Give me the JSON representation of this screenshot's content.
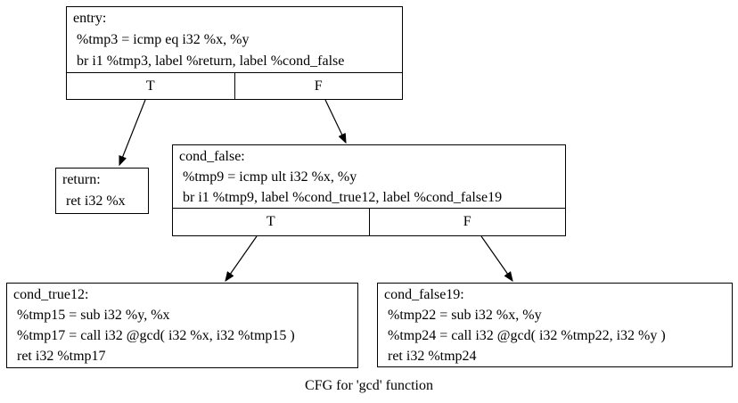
{
  "diagram_title": "CFG for 'gcd' function",
  "colors": {
    "background": "#ffffff",
    "node_fill": "#ffffff",
    "node_border": "#000000",
    "edge": "#000000",
    "text": "#000000"
  },
  "nodes": {
    "entry": {
      "label": "entry:",
      "instructions": [
        " %tmp3 = icmp eq i32 %x, %y",
        " br i1 %tmp3, label %return, label %cond_false"
      ],
      "ports": {
        "true": "T",
        "false": "F"
      }
    },
    "return": {
      "label": "return:",
      "instructions": [
        " ret i32 %x"
      ]
    },
    "cond_false": {
      "label": "cond_false:",
      "instructions": [
        " %tmp9 = icmp ult i32 %x, %y",
        " br i1 %tmp9, label %cond_true12, label %cond_false19"
      ],
      "ports": {
        "true": "T",
        "false": "F"
      }
    },
    "cond_true12": {
      "label": "cond_true12:",
      "instructions": [
        " %tmp15 = sub i32 %y, %x",
        " %tmp17 = call i32 @gcd( i32 %x, i32 %tmp15 )",
        " ret i32 %tmp17"
      ]
    },
    "cond_false19": {
      "label": "cond_false19:",
      "instructions": [
        " %tmp22 = sub i32 %x, %y",
        " %tmp24 = call i32 @gcd( i32 %tmp22, i32 %y )",
        " ret i32 %tmp24"
      ]
    }
  },
  "edges": [
    {
      "from": "entry",
      "port": "T",
      "to": "return"
    },
    {
      "from": "entry",
      "port": "F",
      "to": "cond_false"
    },
    {
      "from": "cond_false",
      "port": "T",
      "to": "cond_true12"
    },
    {
      "from": "cond_false",
      "port": "F",
      "to": "cond_false19"
    }
  ]
}
